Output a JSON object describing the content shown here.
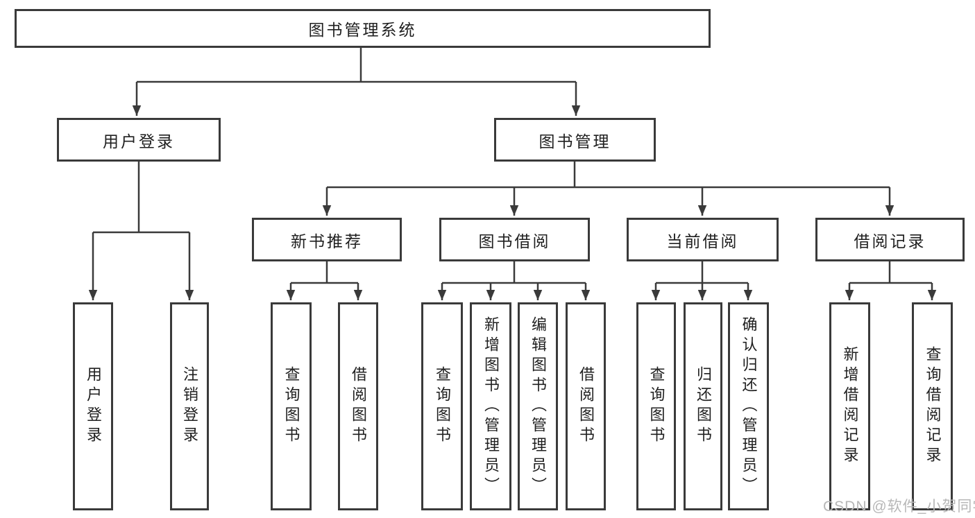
{
  "diagram": {
    "type": "tree-structure-chart",
    "title": "图书管理系统",
    "colors": {
      "background": "#ffffff",
      "line": "#3a3a3a",
      "box_border": "#3a3a3a",
      "box_fill": "#ffffff",
      "text": "#1f1f1f",
      "watermark": "#b7b7b7"
    }
  },
  "nodes": {
    "root": "图书管理系统",
    "user_login": "用户登录",
    "book_management": "图书管理",
    "user_login_leaf": "用户登录",
    "logout_leaf": "注销登录",
    "new_book_recommendation": "新书推荐",
    "book_borrowing": "图书借阅",
    "current_borrowing": "当前借阅",
    "borrowing_records": "借阅记录",
    "recommend_query_books": "查询图书",
    "recommend_borrow_books": "借阅图书",
    "borrow_query_books": "查询图书",
    "borrow_add_books_admin": "新增图书（管理员）",
    "borrow_edit_books_admin": "编辑图书（管理员）",
    "borrow_borrow_books": "借阅图书",
    "current_query_books": "查询图书",
    "current_return_books": "归还图书",
    "current_confirm_return_admin": "确认归还（管理员）",
    "records_add_record": "新增借阅记录",
    "records_query_record": "查询借阅记录"
  },
  "hierarchy": {
    "图书管理系统": {
      "用户登录": [
        "用户登录",
        "注销登录"
      ],
      "图书管理": {
        "新书推荐": [
          "查询图书",
          "借阅图书"
        ],
        "图书借阅": [
          "查询图书",
          "新增图书（管理员）",
          "编辑图书（管理员）",
          "借阅图书"
        ],
        "当前借阅": [
          "查询图书",
          "归还图书",
          "确认归还（管理员）"
        ],
        "借阅记录": [
          "新增借阅记录",
          "查询借阅记录"
        ]
      }
    }
  },
  "watermark": {
    "text": "CSDN @软件_小贺同学"
  }
}
